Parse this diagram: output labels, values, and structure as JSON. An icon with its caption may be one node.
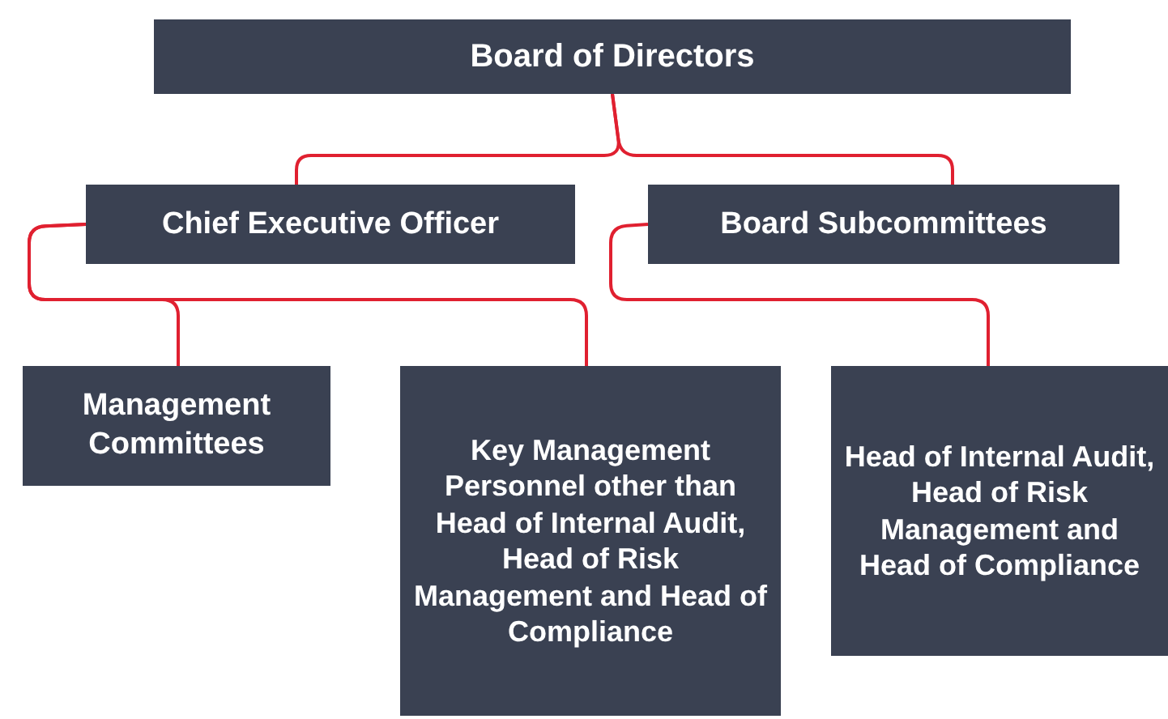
{
  "diagram": {
    "nodes": [
      {
        "text": [
          "Board of Directors"
        ]
      },
      {
        "text": [
          "Chief Executive Officer"
        ]
      },
      {
        "text": [
          "Board Subcommittees"
        ]
      },
      {
        "text": [
          "Management Committees"
        ]
      },
      {
        "text": [
          "Key Management Personnel other than Head of Internal Audit, Head of Risk Management and Head of Compliance"
        ]
      },
      {
        "text": [
          "Head of Internal Audit, Head of Risk Management and Head of Compliance"
        ]
      }
    ],
    "edges": [
      {
        "from": 0,
        "to": 1,
        "arrow": "none"
      },
      {
        "from": 0,
        "to": 2,
        "arrow": "none"
      },
      {
        "from": 1,
        "to": 3,
        "arrow": "none"
      },
      {
        "from": 1,
        "to": 4,
        "arrow": "none"
      },
      {
        "from": 2,
        "to": 5,
        "arrow": "none"
      }
    ]
  }
}
